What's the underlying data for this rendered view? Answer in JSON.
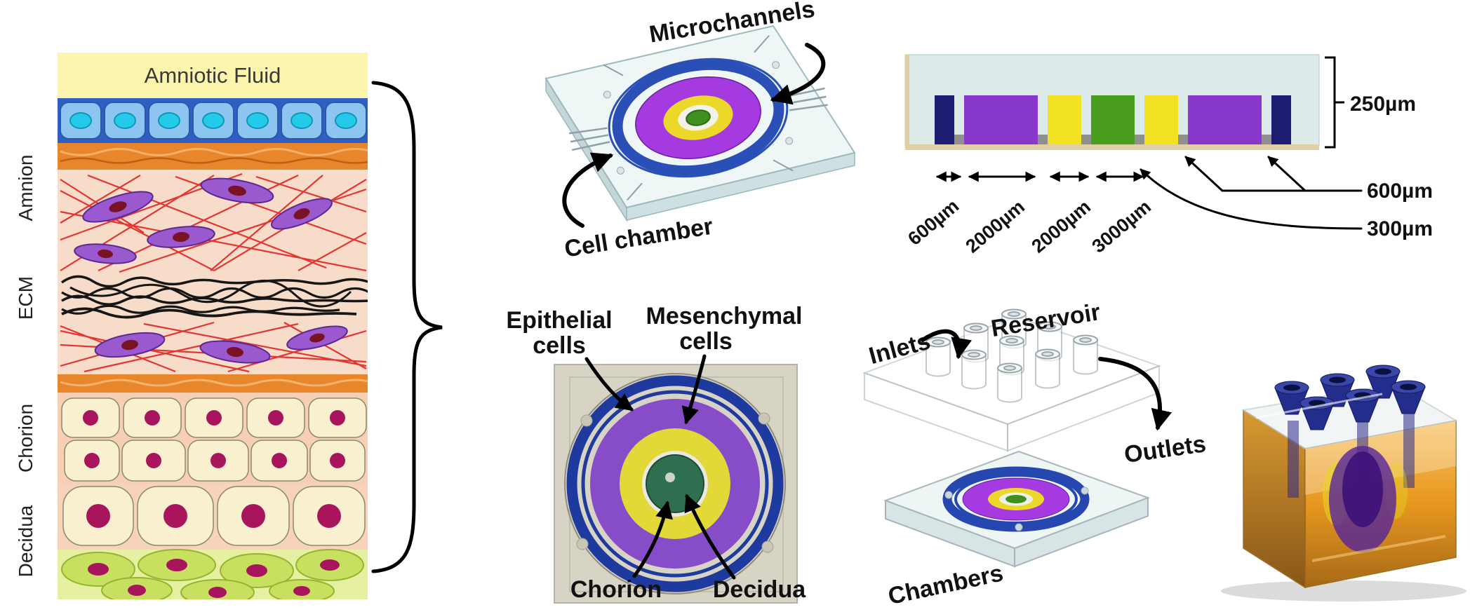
{
  "tissue_panel": {
    "fluid_label": "Amniotic Fluid",
    "layers": [
      "Amnion",
      "ECM",
      "Chorion",
      "Decidua"
    ]
  },
  "chip_schematic": {
    "microchannels": "Microchannels",
    "cell_chamber": "Cell chamber"
  },
  "cross_section": {
    "height": "250µm",
    "widths": [
      "600µm",
      "2000µm",
      "2000µm",
      "3000µm"
    ],
    "side": [
      "600µm",
      "300µm"
    ]
  },
  "device_top_view": {
    "epithelial": [
      "Epithelial",
      "cells"
    ],
    "mesenchymal": [
      "Mesenchymal",
      "cells"
    ],
    "chorion": "Chorion",
    "decidua": "Decidua"
  },
  "exploded_view": {
    "inlets": "Inlets",
    "reservoir": "Reservoir",
    "outlets": "Outlets",
    "chambers": "Chambers"
  },
  "colors": {
    "chamber_purple": "#a43ae0",
    "chamber_yellow": "#ecd829",
    "chamber_green": "#3f9020",
    "ring_blue": "#2a50b8",
    "block_navy": "#1c1c70"
  }
}
